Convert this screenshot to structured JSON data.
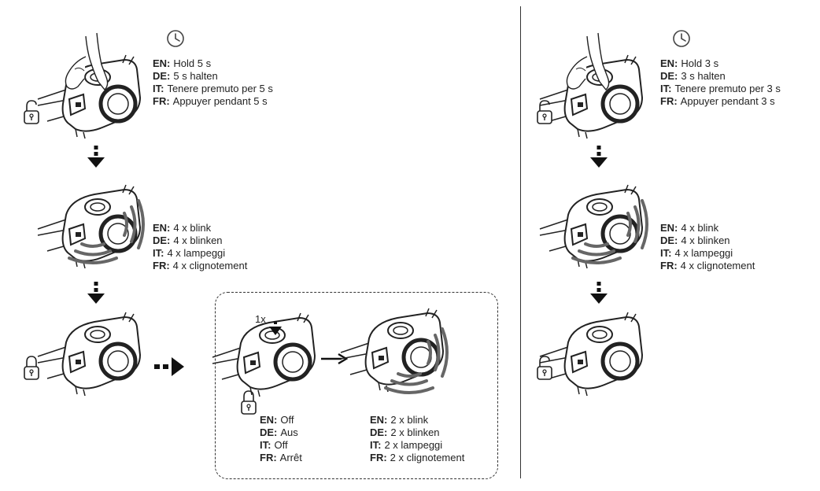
{
  "left": {
    "step1": {
      "icon": "clock-icon",
      "lines": [
        {
          "lang": "EN:",
          "text": "Hold 5 s"
        },
        {
          "lang": "DE:",
          "text": "5 s halten"
        },
        {
          "lang": "IT:",
          "text": "Tenere premuto per 5 s"
        },
        {
          "lang": "FR:",
          "text": "Appuyer pendant 5 s"
        }
      ]
    },
    "step2": {
      "lines": [
        {
          "lang": "EN:",
          "text": "4 x blink"
        },
        {
          "lang": "DE:",
          "text": "4 x blinken"
        },
        {
          "lang": "IT:",
          "text": "4 x lampeggi"
        },
        {
          "lang": "FR:",
          "text": "4 x clignotement"
        }
      ]
    },
    "box": {
      "press_label": "1x",
      "off": [
        {
          "lang": "EN:",
          "text": "Off"
        },
        {
          "lang": "DE:",
          "text": "Aus"
        },
        {
          "lang": "IT:",
          "text": "Off"
        },
        {
          "lang": "FR:",
          "text": "Arrêt"
        }
      ],
      "blink": [
        {
          "lang": "EN:",
          "text": "2 x blink"
        },
        {
          "lang": "DE:",
          "text": "2 x blinken"
        },
        {
          "lang": "IT:",
          "text": "2 x lampeggi"
        },
        {
          "lang": "FR:",
          "text": "2 x clignotement"
        }
      ]
    }
  },
  "right": {
    "step1": {
      "icon": "clock-icon",
      "lines": [
        {
          "lang": "EN:",
          "text": "Hold 3 s"
        },
        {
          "lang": "DE:",
          "text": "3 s halten"
        },
        {
          "lang": "IT:",
          "text": "Tenere premuto per 3 s"
        },
        {
          "lang": "FR:",
          "text": "Appuyer pendant 3 s"
        }
      ]
    },
    "step2": {
      "lines": [
        {
          "lang": "EN:",
          "text": "4 x blink"
        },
        {
          "lang": "DE:",
          "text": "4 x blinken"
        },
        {
          "lang": "IT:",
          "text": "4 x lampeggi"
        },
        {
          "lang": "FR:",
          "text": "4 x clignotement"
        }
      ]
    }
  },
  "icons": [
    "clock-icon",
    "unlock-icon",
    "lock-icon",
    "arrow-down-icon",
    "arrow-right-icon",
    "headlamp-icon",
    "light-waves-icon",
    "hand-press-icon"
  ],
  "colors": {
    "line": "#222222",
    "waves": "#666666"
  }
}
